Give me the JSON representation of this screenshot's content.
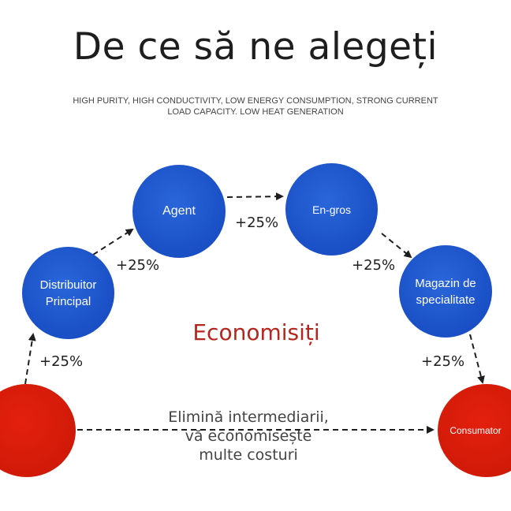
{
  "header": {
    "title": "De ce să ne alegeți",
    "subtitle_line1": "HIGH PURITY, HIGH CONDUCTIVITY, LOW ENERGY CONSUMPTION, STRONG CURRENT",
    "subtitle_line2": "LOAD CAPACITY. LOW HEAT GENERATION"
  },
  "nodes": {
    "distributor_line1": "Distribuitor",
    "distributor_line2": "Principal",
    "agent": "Agent",
    "wholesale": "En-gros",
    "store_line1": "Magazin de",
    "store_line2": "specialitate",
    "consumer": "Consumator"
  },
  "markups": {
    "start_to_distributor": "+25%",
    "distributor_to_agent": "+25%",
    "agent_to_wholesale": "+25%",
    "wholesale_to_store": "+25%",
    "store_to_consumer": "+25%"
  },
  "center_label": "Economisiți",
  "direct_path": {
    "line1": "Elimină intermediarii,",
    "line2": "vă economisește",
    "line3": "multe costuri"
  },
  "colors": {
    "node_blue": "#1a4fc6",
    "node_red": "#d11a08",
    "center_label": "#b5261e",
    "arrow": "#1e1e1e"
  }
}
